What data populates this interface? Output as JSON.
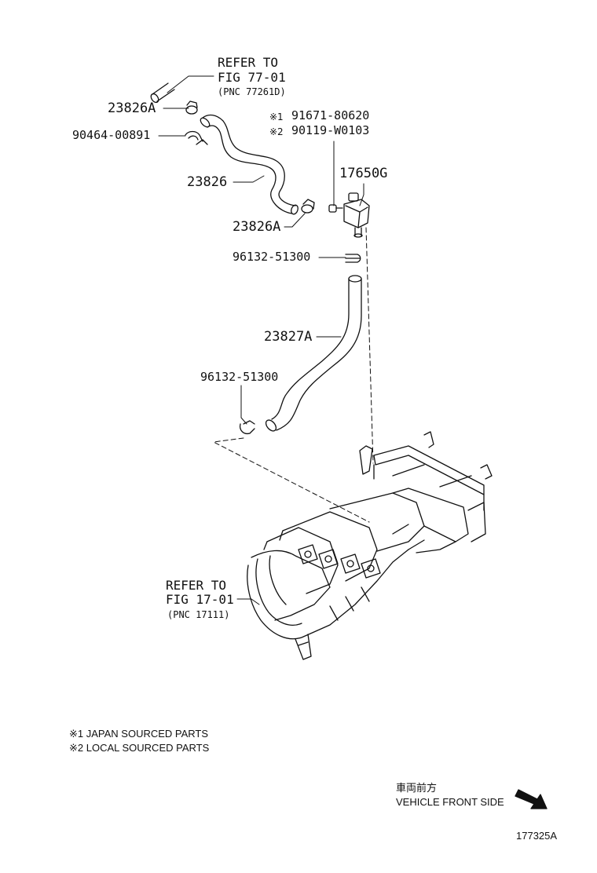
{
  "refs": {
    "top": {
      "line1": "REFER TO",
      "line2": "FIG 77-01",
      "line3": "(PNC 77261D)"
    },
    "bottom": {
      "line1": "REFER TO",
      "line2": "FIG 17-01",
      "line3": "(PNC 17111)"
    }
  },
  "parts": {
    "clamp_top": "23826A",
    "clip": "90464-00891",
    "hose_upper": "23826",
    "clamp_lower": "23826A",
    "screw_mark1": "※1",
    "screw_pn1": "91671-80620",
    "screw_mark2": "※2",
    "screw_pn2": "90119-W0103",
    "vsv": "17650G",
    "clamp_a": "96132-51300",
    "hose_lower": "23827A",
    "clamp_b": "96132-51300"
  },
  "notes": {
    "n1": "※1 JAPAN SOURCED PARTS",
    "n2": "※2 LOCAL SOURCED PARTS"
  },
  "direction": {
    "jp": "車両前方",
    "en": "VEHICLE FRONT SIDE"
  },
  "figure_number": "177325A"
}
